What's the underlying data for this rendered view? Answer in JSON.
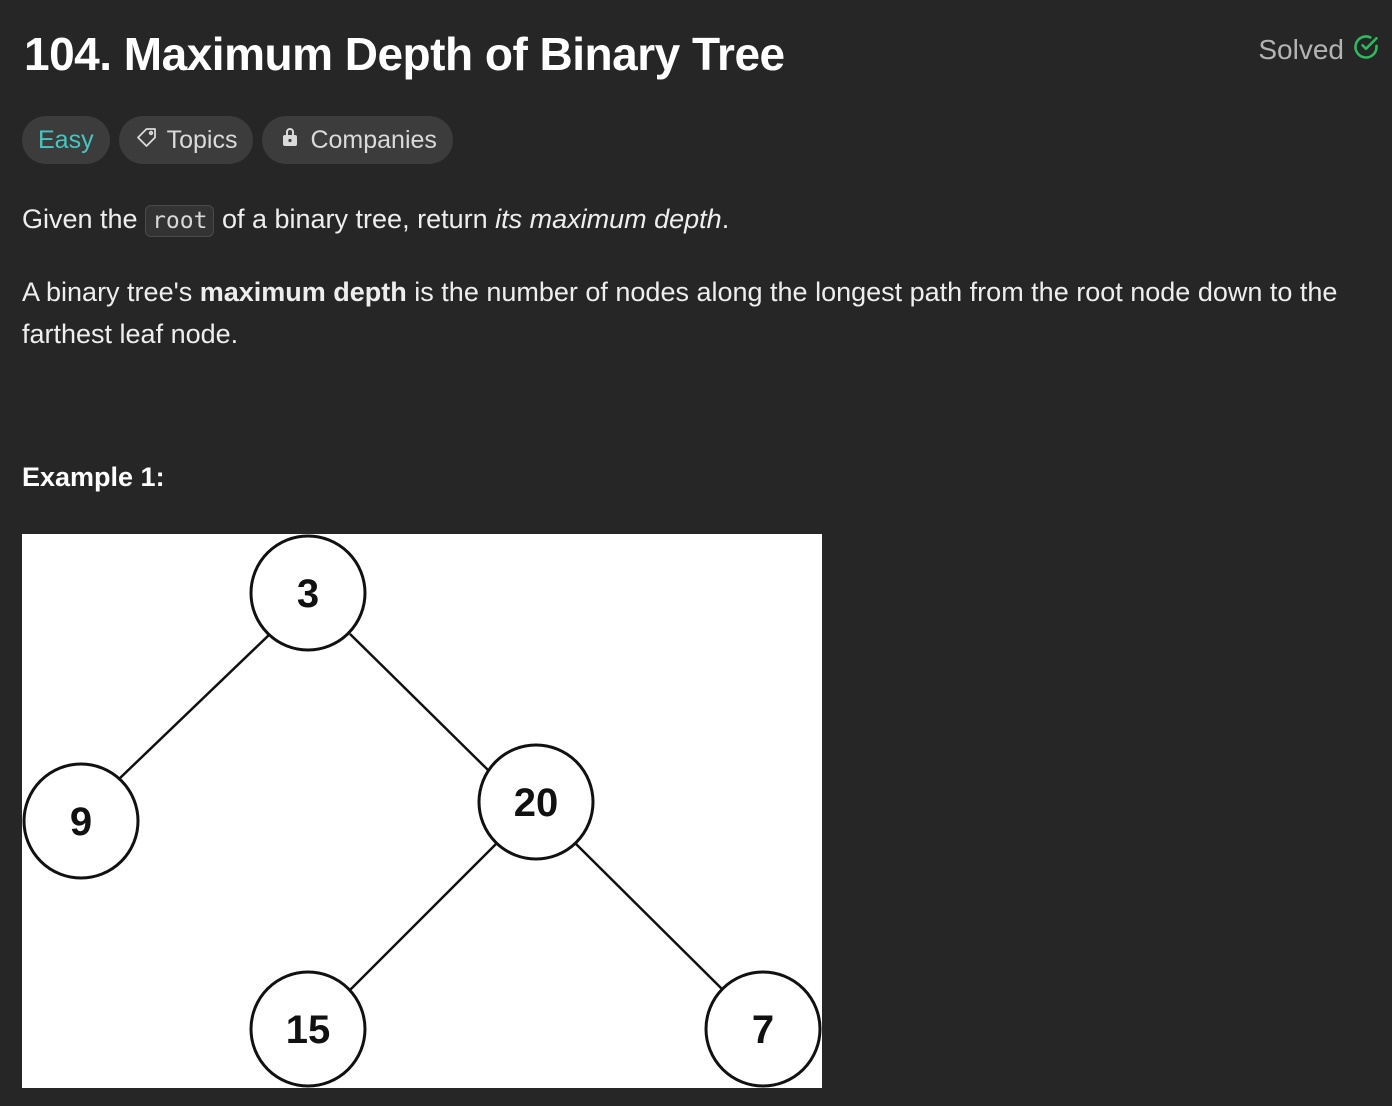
{
  "problem": {
    "title": "104. Maximum Depth of Binary Tree",
    "status": "Solved"
  },
  "tags": {
    "difficulty": "Easy",
    "topics": "Topics",
    "companies": "Companies"
  },
  "description": {
    "p1_prefix": "Given the ",
    "p1_code": "root",
    "p1_middle": " of a binary tree, return ",
    "p1_emphasis": "its maximum depth",
    "p1_suffix": ".",
    "p2_prefix": "A binary tree's ",
    "p2_bold": "maximum depth",
    "p2_suffix": " is the number of nodes along the longest path from the root node down to the farthest leaf node."
  },
  "example": {
    "title": "Example 1:",
    "tree": {
      "nodes": [
        "3",
        "9",
        "20",
        "15",
        "7"
      ]
    }
  },
  "colors": {
    "background": "#262626",
    "easy": "#46c6c2",
    "solved_check": "#2cbb5d",
    "tag_bg": "#3c3c3c"
  }
}
